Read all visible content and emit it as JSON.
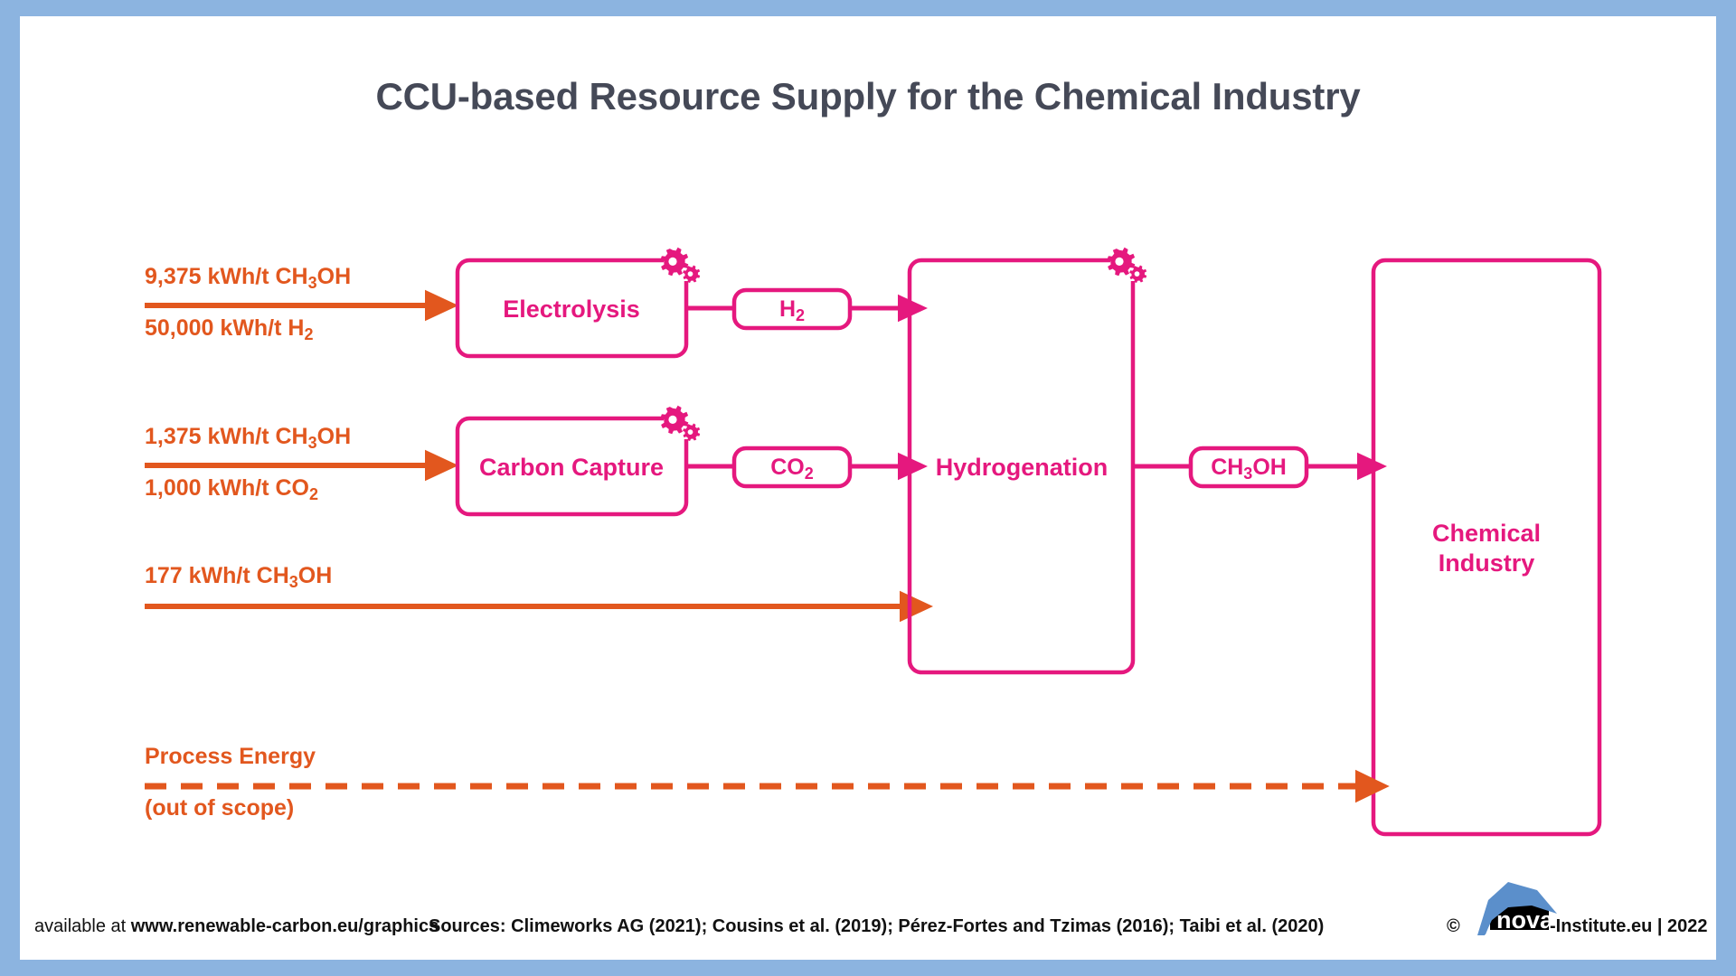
{
  "page": {
    "frame_color": "#8cb4e0",
    "canvas_color": "#ffffff",
    "title": "CCU-based Resource Supply for the Chemical Industry",
    "title_color": "#454957",
    "accent_pink": "#e5187e",
    "accent_orange": "#e2571e"
  },
  "chart_data": {
    "type": "diagram",
    "title": "CCU-based Resource Supply for the Chemical Industry",
    "nodes": [
      {
        "id": "electrolysis",
        "label": "Electrolysis",
        "kind": "process-box",
        "has_gear_icon": true
      },
      {
        "id": "carbon-capture",
        "label": "Carbon Capture",
        "kind": "process-box",
        "has_gear_icon": true
      },
      {
        "id": "hydrogenation",
        "label": "Hydrogenation",
        "kind": "process-box",
        "has_gear_icon": true
      },
      {
        "id": "chemical-industry",
        "label": "Chemical Industry",
        "kind": "endpoint-box",
        "has_gear_icon": false
      },
      {
        "id": "h2",
        "label": "H2",
        "kind": "stream-pill"
      },
      {
        "id": "co2",
        "label": "CO2",
        "kind": "stream-pill"
      },
      {
        "id": "ch3oh",
        "label": "CH3OH",
        "kind": "stream-pill"
      }
    ],
    "edges": [
      {
        "from": "energy-input-1",
        "to": "electrolysis",
        "style": "solid-orange"
      },
      {
        "from": "electrolysis",
        "to": "h2",
        "style": "solid-pink"
      },
      {
        "from": "h2",
        "to": "hydrogenation",
        "style": "solid-pink"
      },
      {
        "from": "energy-input-2",
        "to": "carbon-capture",
        "style": "solid-orange"
      },
      {
        "from": "carbon-capture",
        "to": "co2",
        "style": "solid-pink"
      },
      {
        "from": "co2",
        "to": "hydrogenation",
        "style": "solid-pink"
      },
      {
        "from": "energy-input-3",
        "to": "hydrogenation",
        "style": "solid-orange"
      },
      {
        "from": "hydrogenation",
        "to": "ch3oh",
        "style": "solid-pink"
      },
      {
        "from": "ch3oh",
        "to": "chemical-industry",
        "style": "solid-pink"
      },
      {
        "from": "process-energy",
        "to": "chemical-industry",
        "style": "dashed-orange"
      }
    ]
  },
  "inputs": [
    {
      "id": "electrolysis-energy",
      "numerator": "9,375 kWh/t CH",
      "numerator_sub": "3",
      "numerator_tail": "OH",
      "denominator": "50,000 kWh/t H",
      "denominator_sub": "2",
      "denominator_tail": ""
    },
    {
      "id": "capture-energy",
      "numerator": "1,375 kWh/t CH",
      "numerator_sub": "3",
      "numerator_tail": "OH",
      "denominator": "1,000 kWh/t CO",
      "denominator_sub": "2",
      "denominator_tail": ""
    },
    {
      "id": "hydrogenation-energy",
      "numerator": "177 kWh/t CH",
      "numerator_sub": "3",
      "numerator_tail": "OH",
      "denominator": "",
      "denominator_sub": "",
      "denominator_tail": ""
    }
  ],
  "process_energy": {
    "line1": "Process Energy",
    "line2": "(out of scope)"
  },
  "boxes": {
    "electrolysis": "Electrolysis",
    "carbon_capture": "Carbon Capture",
    "hydrogenation": "Hydrogenation",
    "chemical_industry_line1": "Chemical",
    "chemical_industry_line2": "Industry"
  },
  "streams": {
    "h2_main": "H",
    "h2_sub": "2",
    "co2_main": "CO",
    "co2_sub": "2",
    "ch3oh_main": "CH",
    "ch3oh_sub": "3",
    "ch3oh_tail": "OH"
  },
  "footer": {
    "available_prefix": "available at ",
    "available_url": "www.renewable-carbon.eu/graphics",
    "sources": "Sources: Climeworks AG (2021); Cousins et al. (2019); Pérez-Fortes and Tzimas (2016); Taibi et al. (2020)",
    "copyright_symbol": "©",
    "logo_word": "nova",
    "logo_suffix": "-Institute.eu | 2022"
  }
}
